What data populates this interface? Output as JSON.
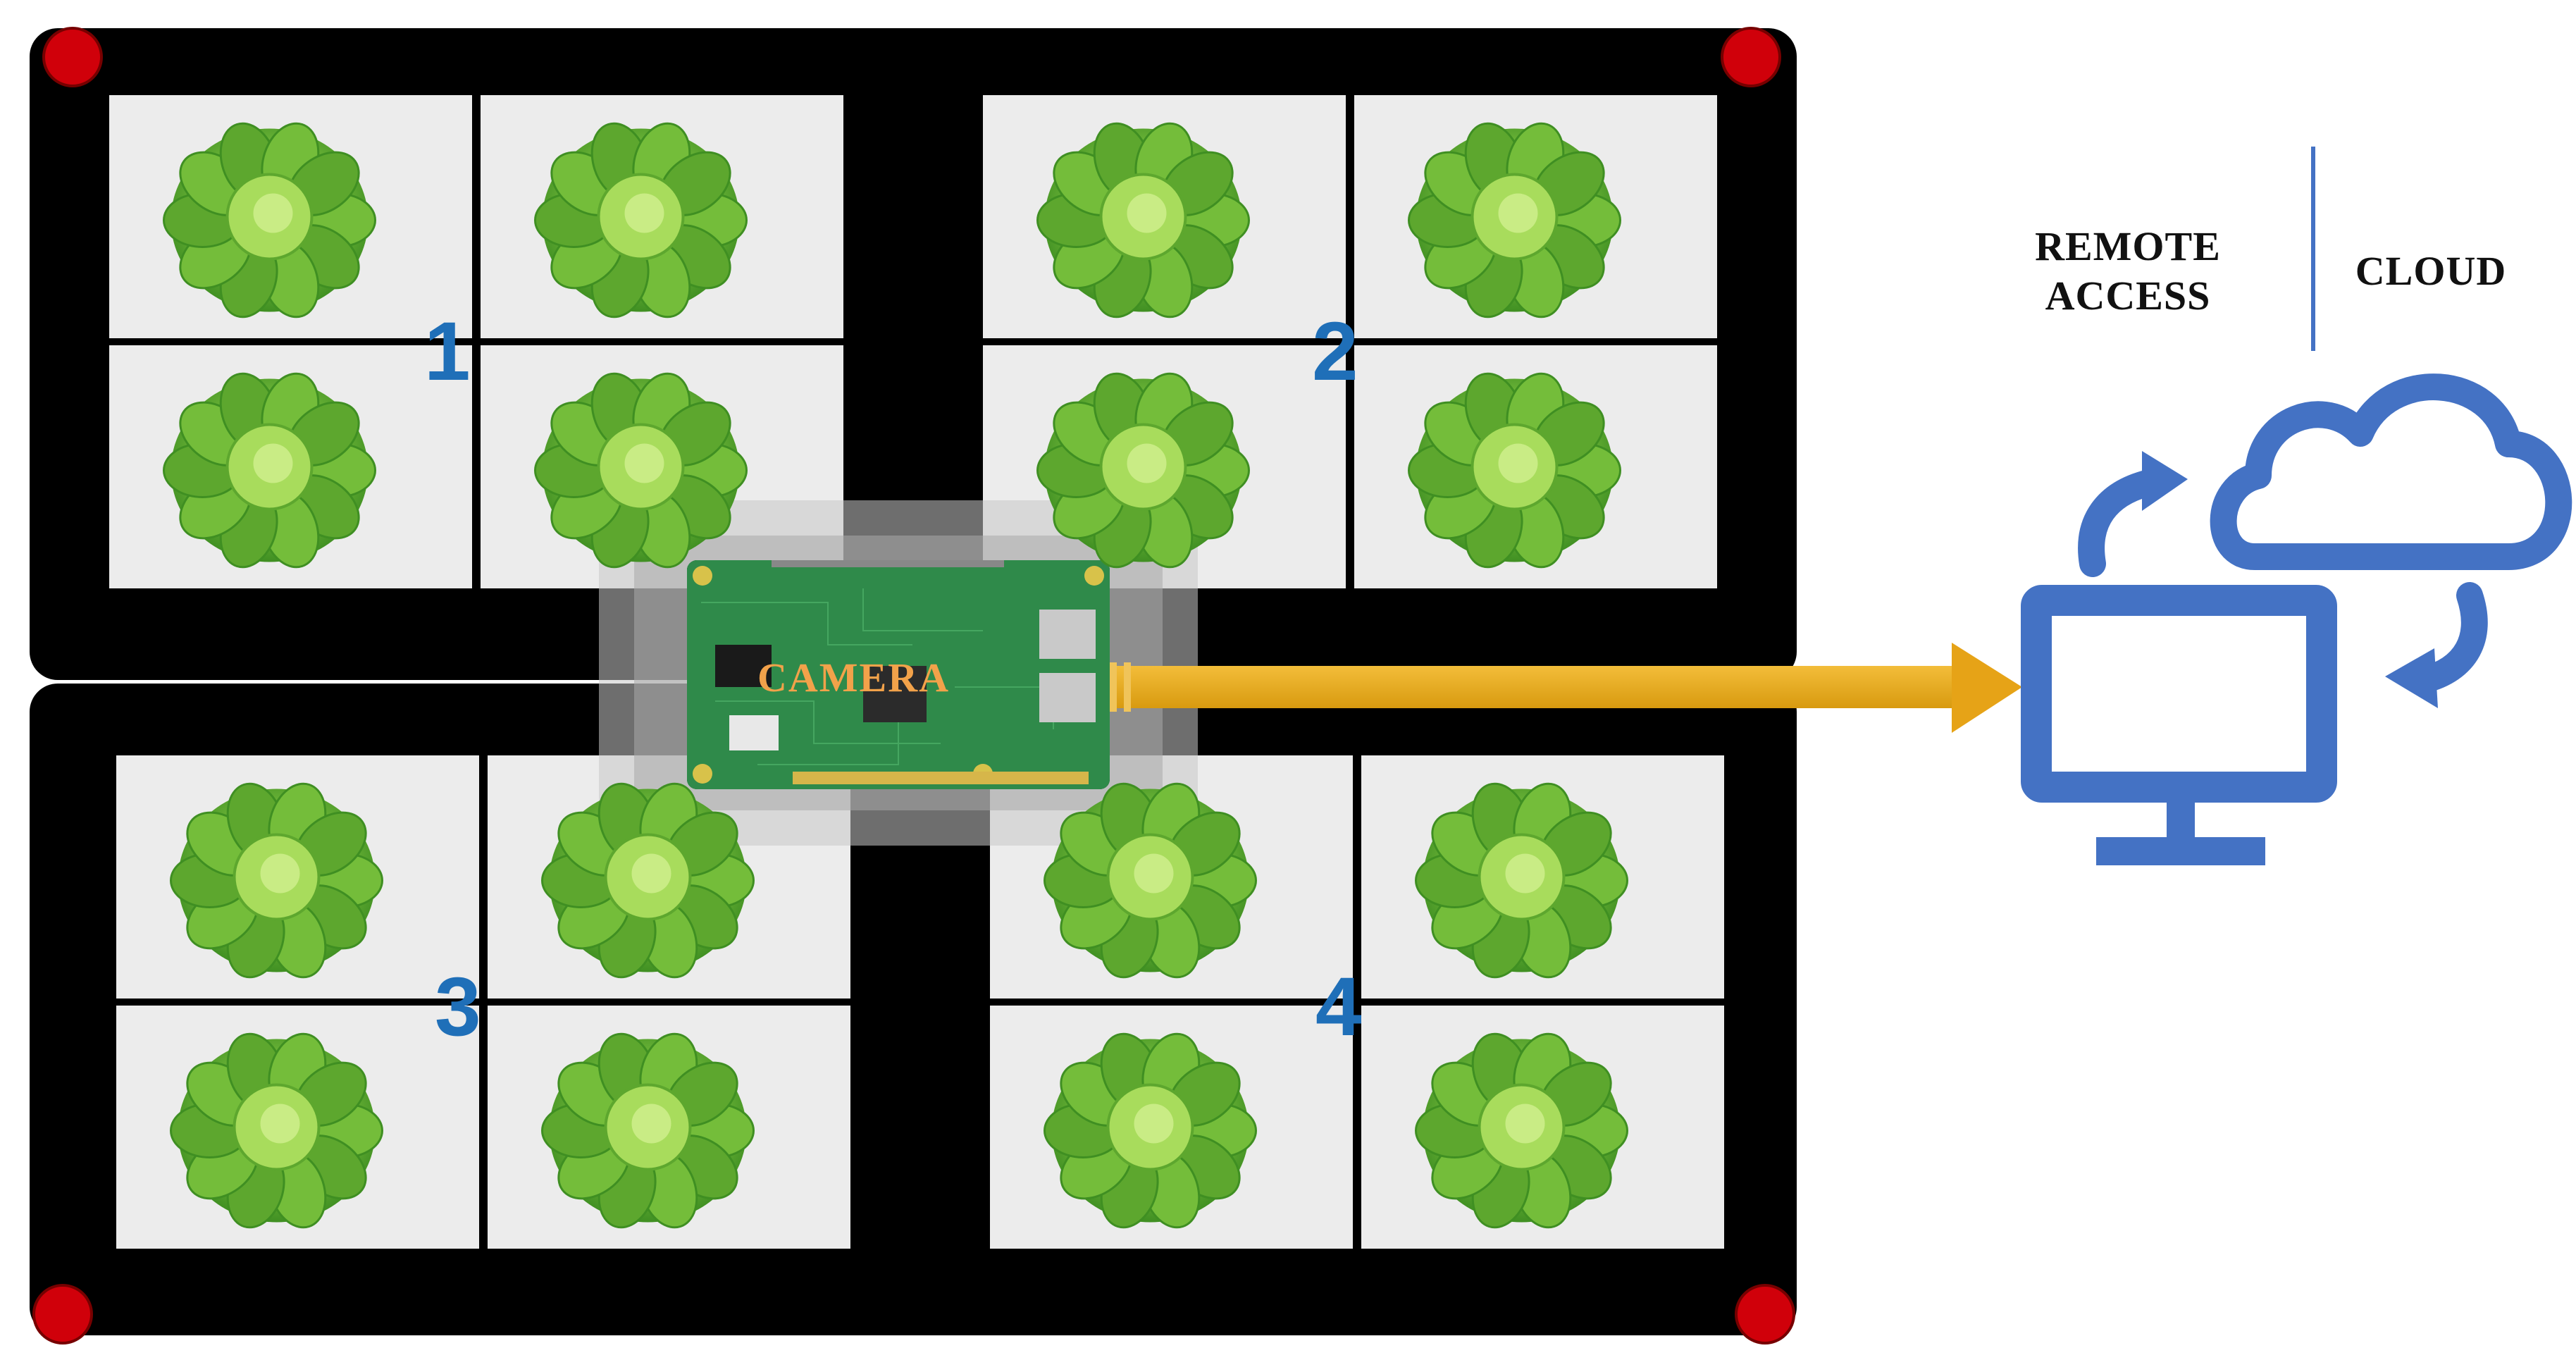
{
  "quadrant_labels": [
    "1",
    "2",
    "3",
    "4"
  ],
  "camera_label": "CAMERA",
  "remote_access_label": "REMOTE\nACCESS",
  "cloud_label": "CLOUD",
  "colors": {
    "tray": "#000000",
    "marker": "#d0000a",
    "number": "#1f6fb8",
    "arrow": "#e6a317",
    "icon": "#4472c4",
    "lettuce_dark": "#3f8f22",
    "lettuce_light": "#8fd14f"
  },
  "icons": {
    "cloud": "cloud-icon",
    "monitor": "monitor-icon",
    "sync_arrows": "sync-arrow-icon",
    "marker": "red-dot-marker",
    "plant": "lettuce-plant"
  }
}
